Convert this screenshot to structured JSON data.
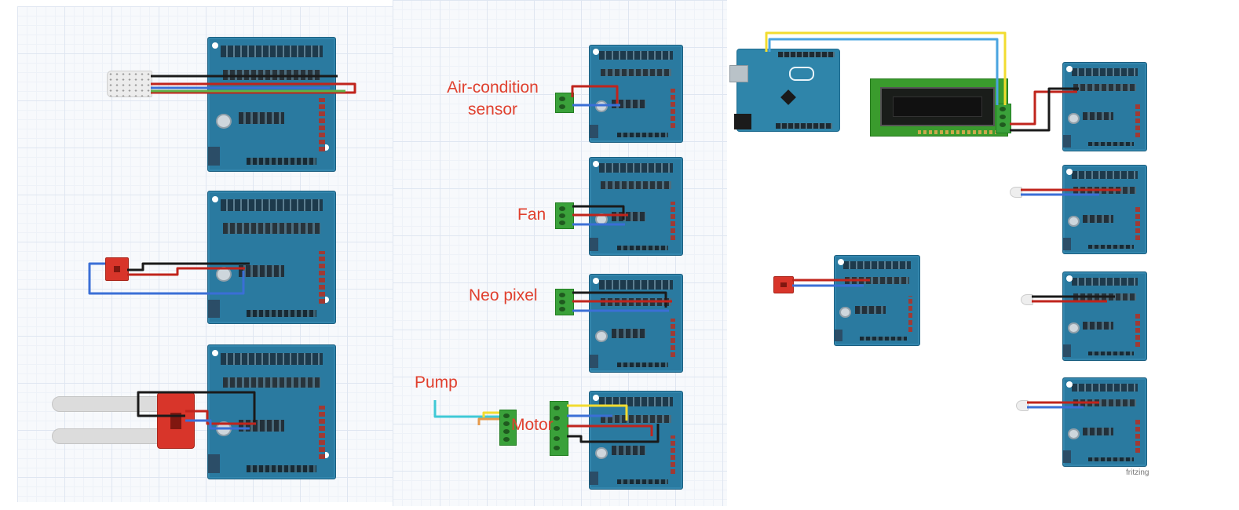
{
  "labels": {
    "air_condition_sensor_line1": "Air-condition",
    "air_condition_sensor_line2": "sensor",
    "fan": "Fan",
    "neo_pixel": "Neo pixel",
    "pump": "Pump",
    "motor": "Motor"
  },
  "footer": {
    "credit": "fritzing"
  },
  "colors": {
    "label": "#e0402e",
    "board": "#2a7aa0",
    "wire_red": "#c0241c",
    "wire_black": "#1a1a1a",
    "wire_blue": "#3b6fd6",
    "wire_yellow": "#f2dc30",
    "wire_cyan": "#3fc9d6",
    "wire_orange": "#e79a4a",
    "terminal_green": "#3aa13a"
  }
}
